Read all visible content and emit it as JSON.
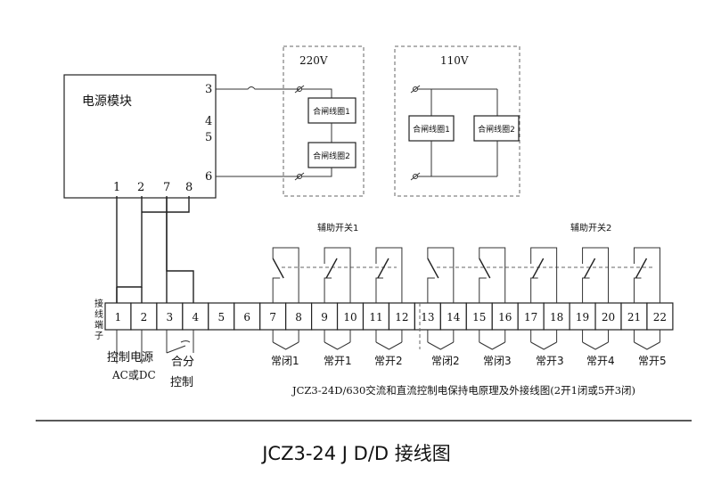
{
  "power_module": {
    "title": "电源模块",
    "right_pins": [
      "3",
      "4",
      "5",
      "6"
    ],
    "bottom_pins": [
      "1",
      "2",
      "7",
      "8"
    ]
  },
  "supply_220": {
    "label": "220V",
    "coils": [
      "合闸线圈1",
      "合闸线圈2"
    ]
  },
  "supply_110": {
    "label": "110V",
    "coils": [
      "合闸线圈1",
      "合闸线圈2"
    ]
  },
  "terminal_block": {
    "label": [
      "接",
      "线",
      "端",
      "子"
    ],
    "terminals": [
      "1",
      "2",
      "3",
      "4",
      "5",
      "6",
      "7",
      "8",
      "9",
      "10",
      "11",
      "12",
      "13",
      "14",
      "15",
      "16",
      "17",
      "18",
      "19",
      "20",
      "21",
      "22"
    ]
  },
  "aux_switch_labels": [
    "辅助开关1",
    "辅助开关2"
  ],
  "contact_labels": [
    "常闭1",
    "常开1",
    "常开2",
    "常闭2",
    "常闭3",
    "常开3",
    "常开4",
    "常开5"
  ],
  "control_labels": {
    "power_line1": "控制电源",
    "power_line2": "AC或DC",
    "switch_line1": "合分",
    "switch_line2": "控制"
  },
  "caption": "JCZ3-24D/630交流和直流控制电保持电原理及外接线图(2开1闭或5开3闭)",
  "figure_title": "JCZ3-24 J D/D 接线图"
}
